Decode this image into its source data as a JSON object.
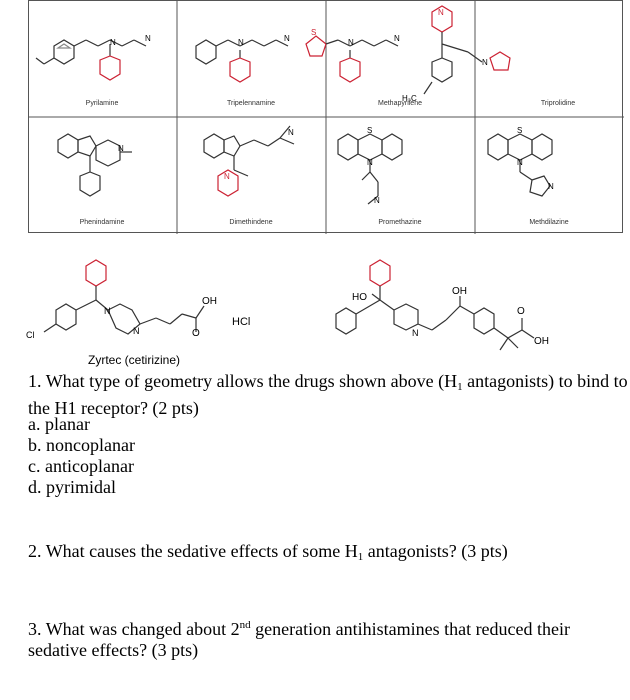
{
  "drugs_row1": [
    "Pyrilamine",
    "Tripelennamine",
    "Methapyrilene",
    "Triprolidine"
  ],
  "drugs_row2": [
    "Phenindamine",
    "Dimethindene",
    "Promethazine",
    "Methdilazine"
  ],
  "atoms": {
    "n": "N",
    "s": "S",
    "h3c": "H₃C",
    "oh": "OH",
    "ho": "HO",
    "o": "O",
    "cl": "Cl",
    "hcl": "HCl"
  },
  "zyrtec_caption": "Zyrtec (cetirizine)",
  "q1": {
    "number": "1.",
    "text_a": "What type of geometry allows the drugs shown above (H",
    "sub": "1",
    "text_b": " antagonists) to bind to the H1 receptor? (2 pts)",
    "options": [
      "a. planar",
      "b. noncoplanar",
      "c. anticoplanar",
      "d. pyrimidal"
    ]
  },
  "q2": {
    "number": "2.",
    "text_a": "What causes the sedative effects of some H",
    "sub": "1",
    "text_b": " antagonists? (3 pts)"
  },
  "q3": {
    "number": "3.",
    "text_a": "What was changed about 2",
    "sup": "nd",
    "text_b": " generation antihistamines that reduced their sedative effects? (3 pts)"
  }
}
